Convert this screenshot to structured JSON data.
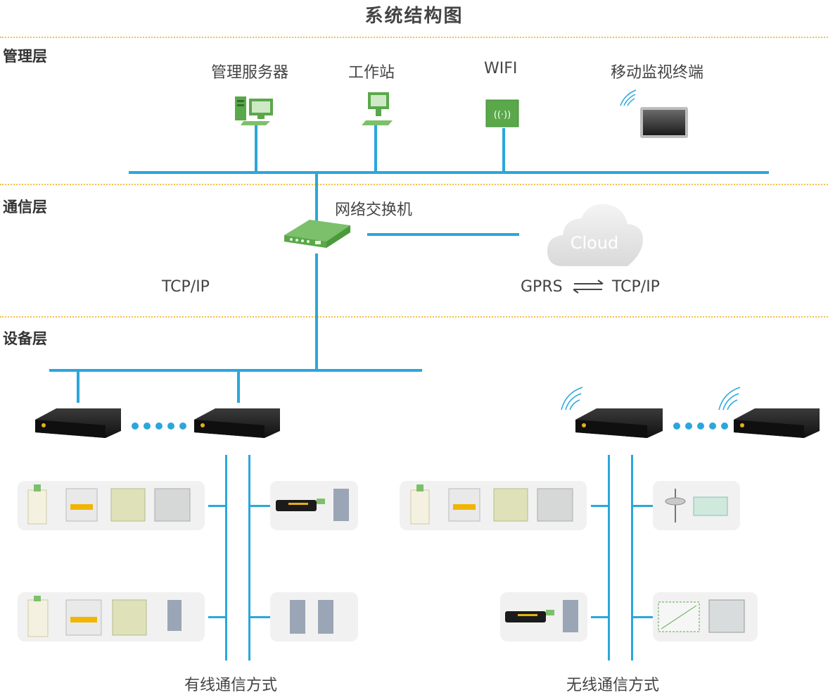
{
  "title": "系统结构图",
  "layers": {
    "management": "管理层",
    "communication": "通信层",
    "device": "设备层"
  },
  "management_nodes": {
    "server": "管理服务器",
    "workstation": "工作站",
    "wifi": "WIFI",
    "mobile": "移动监视终端"
  },
  "communication": {
    "switch": "网络交换机",
    "tcpip": "TCP/IP",
    "cloud": "Cloud",
    "gprs": "GPRS",
    "gprs_tcpip": "TCP/IP"
  },
  "device_labels": {
    "wired": "有线通信方式",
    "wireless": "无线通信方式"
  },
  "colors": {
    "bus": "#2aa7dc",
    "divider": "#f2c24a",
    "device_green": "#5aa84a",
    "panel_bg": "#f1f1f1"
  }
}
